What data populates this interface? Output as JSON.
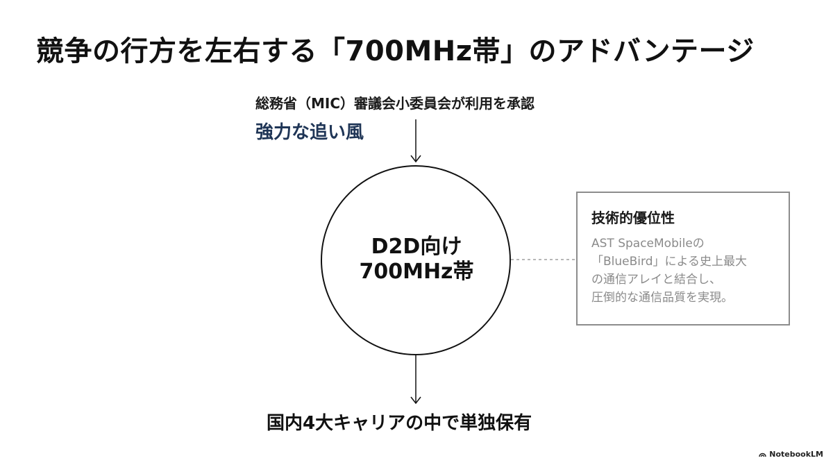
{
  "slide": {
    "title": "競争の行方を左右する「700MHz帯」のアドバンテージ"
  },
  "top": {
    "caption": "総務省（MIC）審議会小委員会が利用を承認",
    "highlight": "強力な追い風"
  },
  "center": {
    "line1": "D2D向け",
    "line2": "700MHz帯"
  },
  "info_box": {
    "title": "技術的優位性",
    "lines": [
      "AST SpaceMobileの",
      "「BlueBird」による史上最大",
      "の通信アレイと結合し、",
      "圧倒的な通信品質を実現。"
    ]
  },
  "bottom": {
    "caption": "国内4大キャリアの中で単独保有"
  },
  "brand": {
    "label": "NotebookLM",
    "icon": "notebooklm-logo"
  },
  "colors": {
    "highlight": "#1f3556",
    "box_border": "#8c8c8c",
    "muted_text": "#8a8a8a"
  }
}
